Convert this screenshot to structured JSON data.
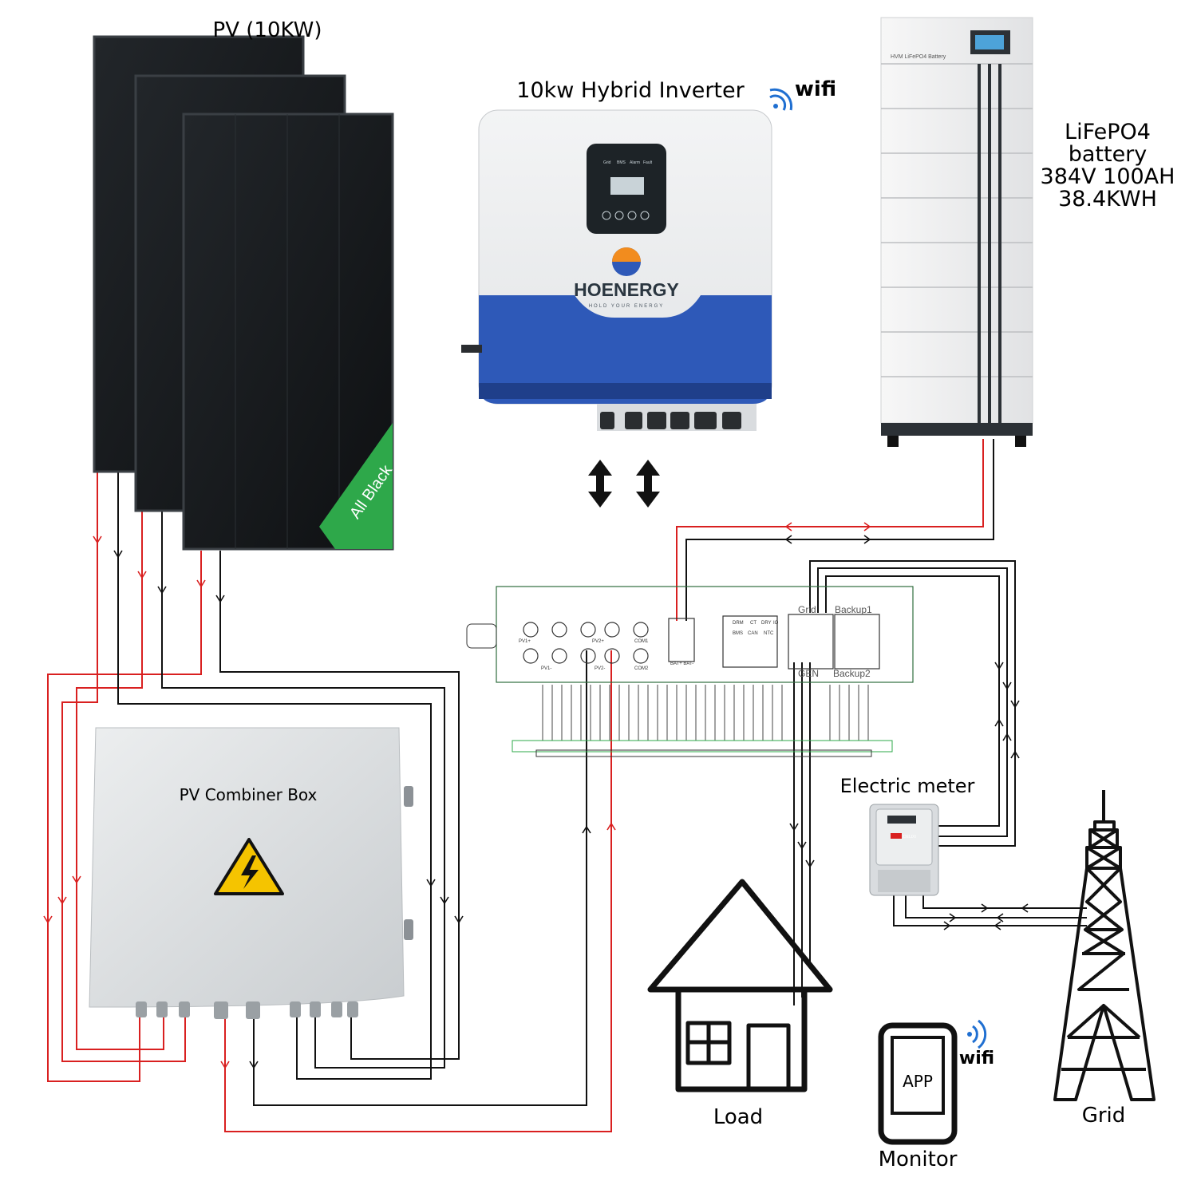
{
  "labels": {
    "pv_title": "PV (10KW)",
    "inverter_title": "10kw Hybrid Inverter",
    "wifi_top": "wifi",
    "battery_line1": "LiFePO4",
    "battery_line2": "battery",
    "battery_line3": "384V 100AH",
    "battery_line4": "38.4KWH",
    "battery_plate": "HVM LiFePO4 Battery",
    "all_black": "All Black",
    "brand": "HOENERGY",
    "brand_tagline": "HOLD YOUR ENERGY",
    "combiner": "PV Combiner Box",
    "meter": "Electric meter",
    "load": "Load",
    "grid": "Grid",
    "app": "APP",
    "wifi_monitor": "wifi",
    "monitor": "Monitor"
  },
  "inverter_panel": {
    "leds": [
      "Grid",
      "BMS",
      "Alarm",
      "Fault"
    ]
  },
  "ports": {
    "pv1_plus": "PV1+",
    "pv2_plus": "PV2+",
    "pv1_minus": "PV1-",
    "pv2_minus": "PV2-",
    "com1": "COM1",
    "com2": "COM2",
    "bat": "BAT+  BAT-",
    "drm": "DRM",
    "ct": "CT",
    "dry": "DRY",
    "io": "IO",
    "bms": "BMS",
    "can": "CAN",
    "ntc": "NTC",
    "grid": "Grid",
    "backup1": "Backup1",
    "gen": "GEN",
    "backup2": "Backup2"
  },
  "meter_plate": "DELIXI",
  "colors": {
    "positive_wire": "#d92020",
    "negative_wire": "#111111",
    "inverter_blue": "#2e59b8",
    "panel_black": "#16191c",
    "outline_green": "#2ea84a",
    "warning_yellow": "#f5c400"
  }
}
